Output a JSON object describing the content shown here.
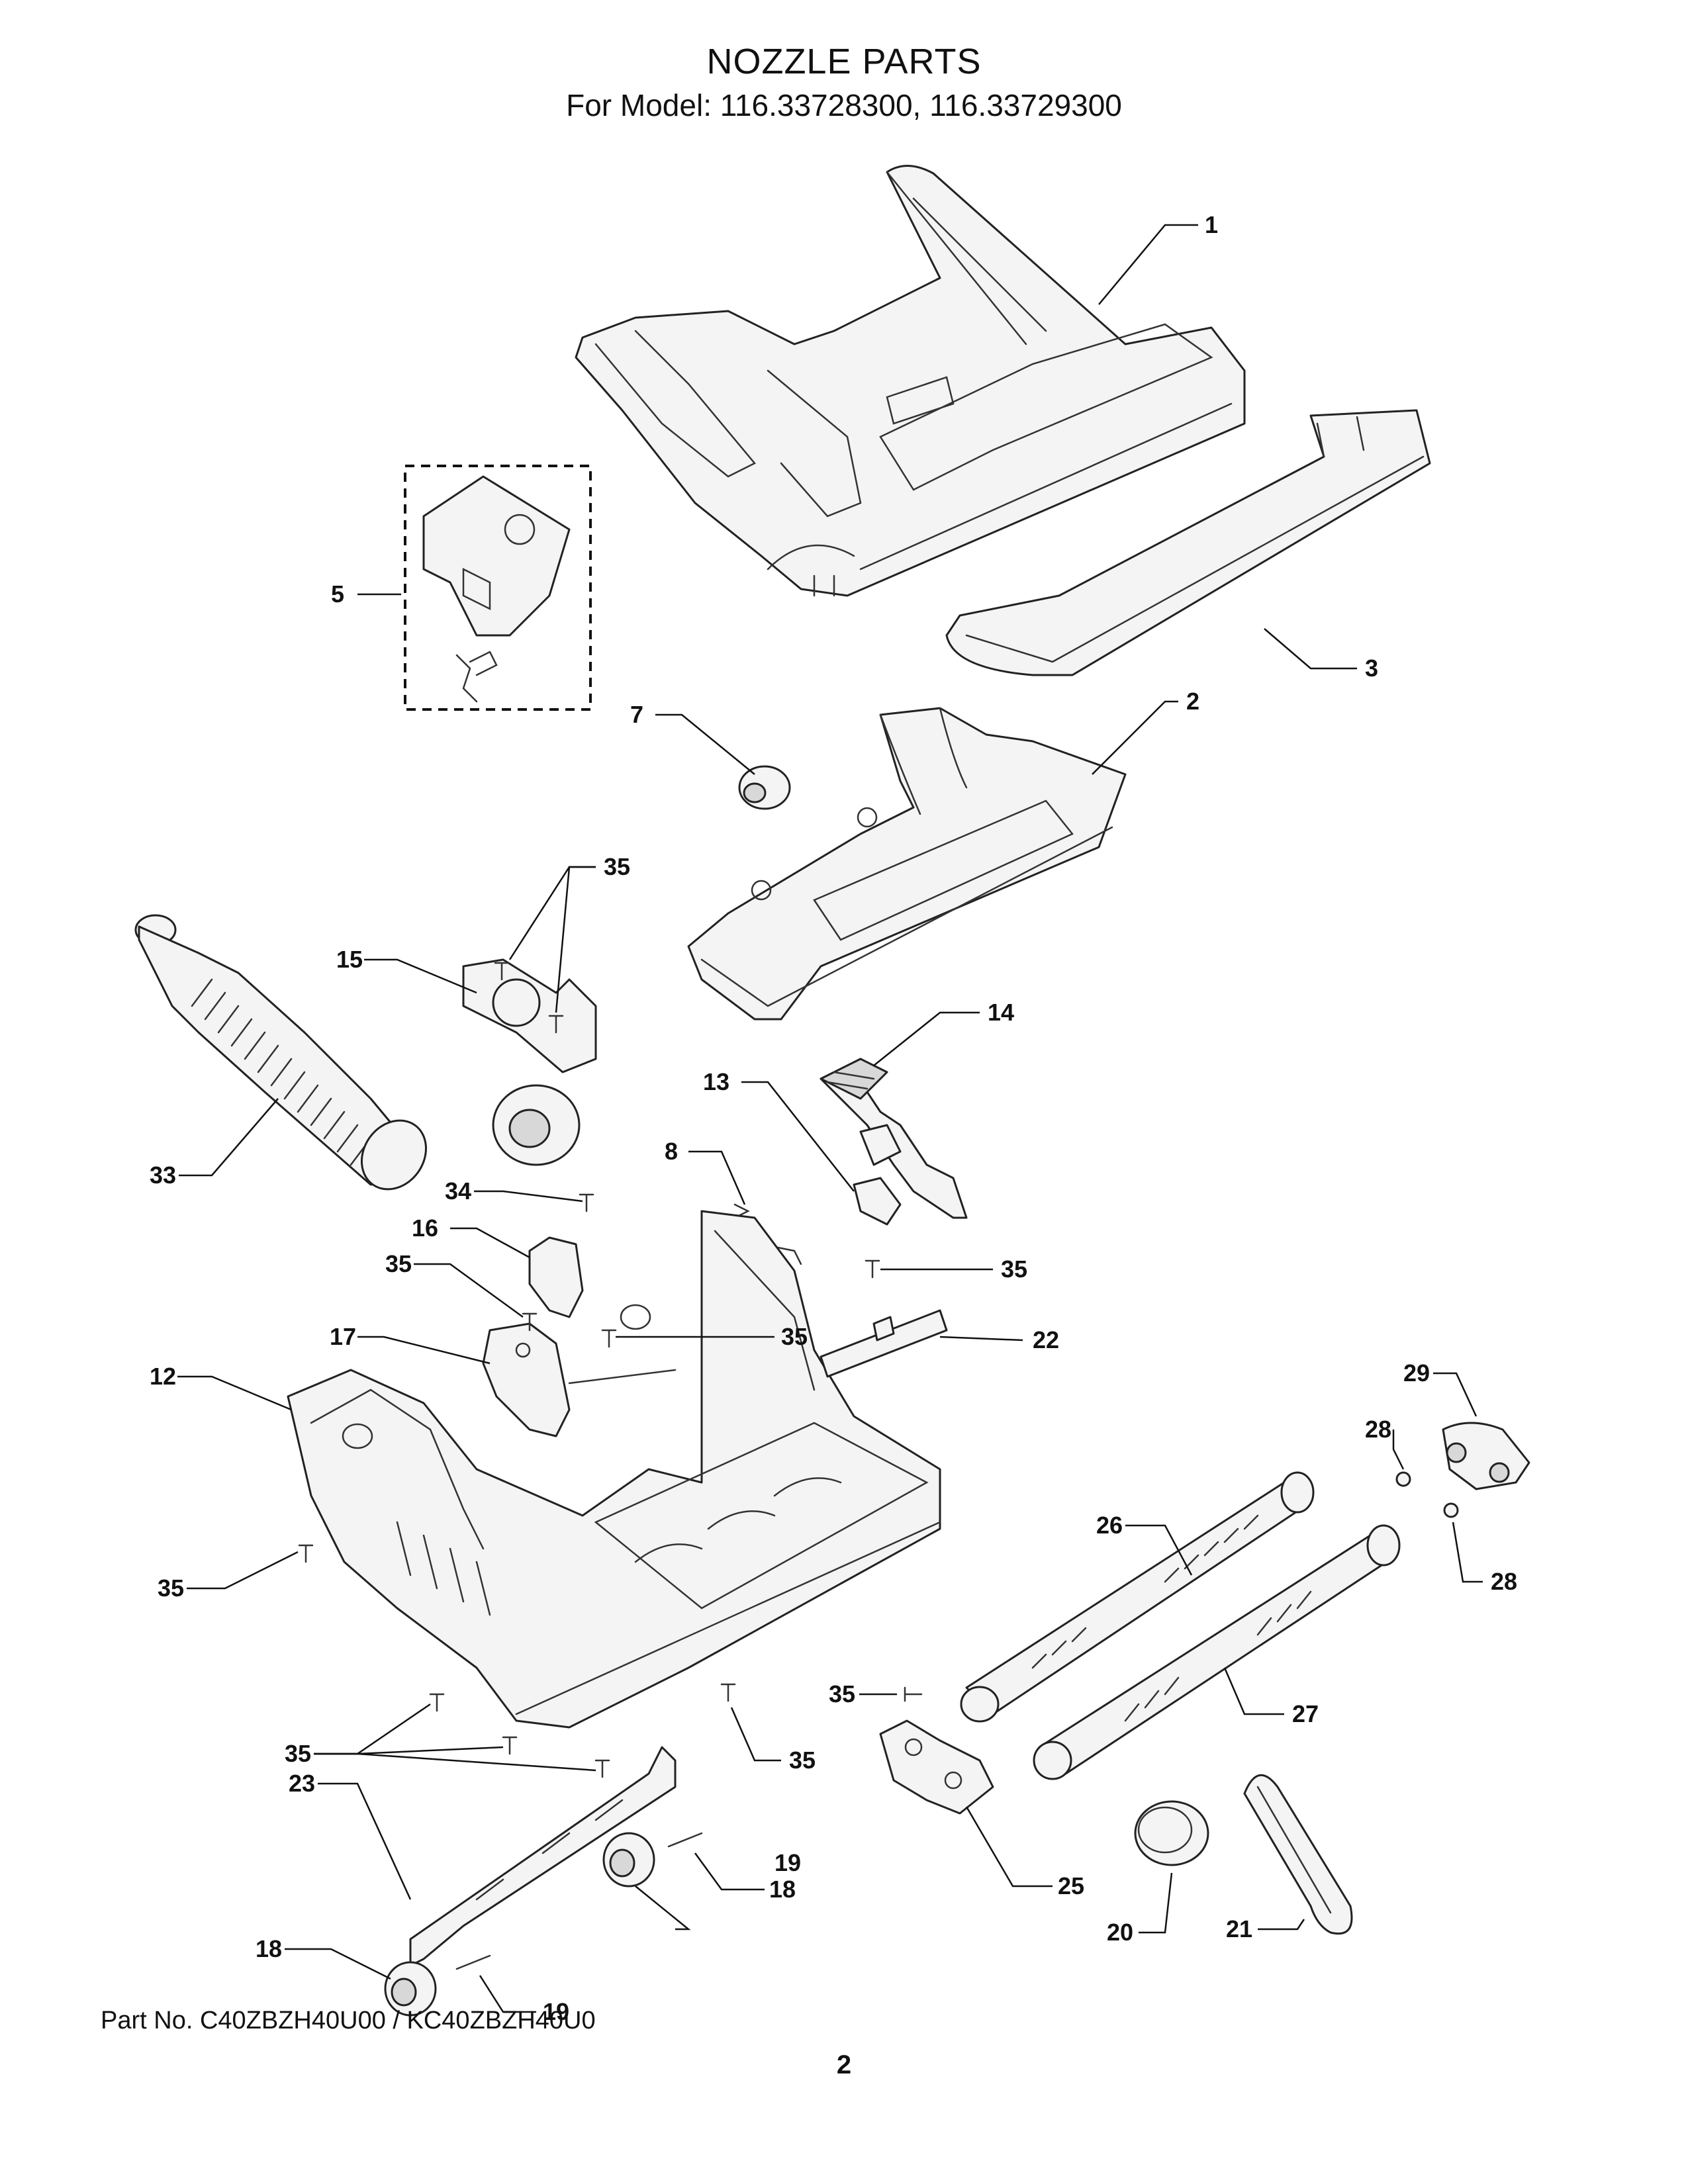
{
  "header": {
    "title": "NOZZLE PARTS",
    "subtitle": "For Model:  116.33728300, 116.33729300"
  },
  "footer": {
    "part_number": "Part No. C40ZBZH40U00 / KC40ZBZH40U0",
    "page_number": "2"
  },
  "callouts": {
    "c1": "1",
    "c2": "2",
    "c3": "3",
    "c5": "5",
    "c7": "7",
    "c8": "8",
    "c12": "12",
    "c13": "13",
    "c14": "14",
    "c15": "15",
    "c16": "16",
    "c17": "17",
    "c18a": "18",
    "c18b": "18",
    "c19a": "19",
    "c19b": "19",
    "c20": "20",
    "c21": "21",
    "c22": "22",
    "c23": "23",
    "c25": "25",
    "c26": "26",
    "c27": "27",
    "c28a": "28",
    "c28b": "28",
    "c29": "29",
    "c33": "33",
    "c34": "34",
    "c35a": "35",
    "c35b": "35",
    "c35c": "35",
    "c35d": "35",
    "c35e": "35",
    "c35f": "35",
    "c35g": "35",
    "c35h": "35"
  }
}
